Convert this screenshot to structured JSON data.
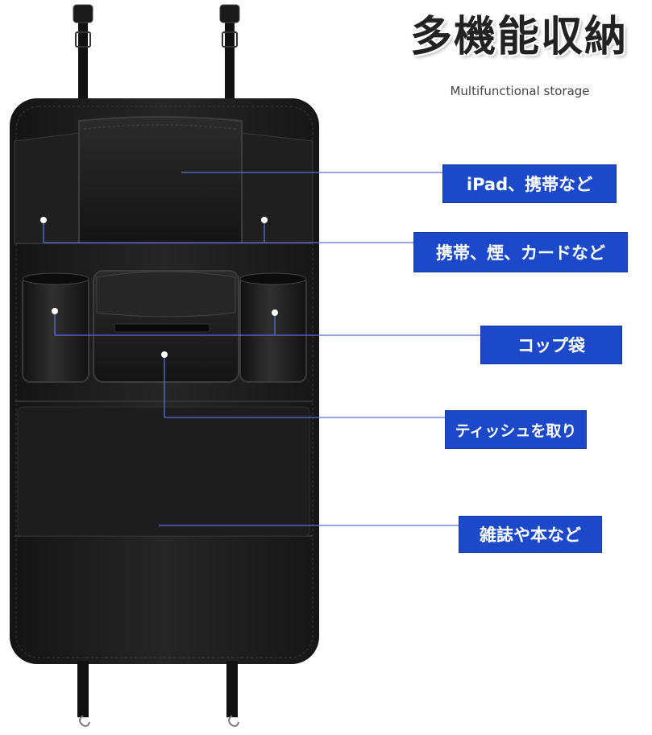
{
  "title": "多機能収納",
  "subtitle": "Multifunctional storage",
  "labels": {
    "ipad": "iPad、携帯など",
    "phone": "携帯、煙、カードなど",
    "cup": "コップ袋",
    "tissue": "ティッシュを取り",
    "magazine": "雑誌や本など"
  },
  "colors": {
    "label_background": "#1b49c9",
    "leader_line": "#5b6fd6",
    "organizer_body": "#1c1c1c",
    "background": "#ffffff"
  }
}
